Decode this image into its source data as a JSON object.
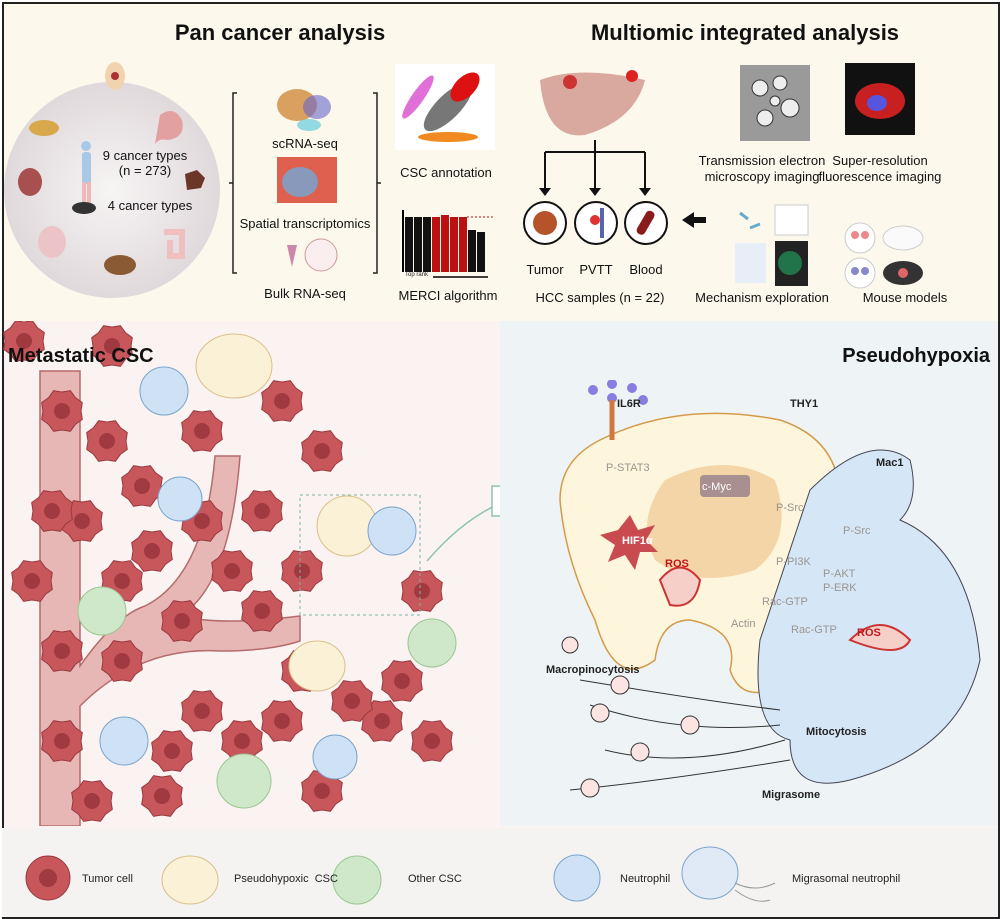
{
  "top": {
    "pan_cancer": {
      "title": "Pan cancer analysis",
      "human_types": "9 cancer types",
      "human_n": "(n = 273)",
      "mouse_types": "4 cancer types",
      "methods": [
        "scRNA-seq",
        "Spatial transcriptomics",
        "Bulk RNA-seq"
      ],
      "csc_annotation": "CSC annotation",
      "merci": "MERCI algorithm",
      "merci_axis": "Top rank"
    },
    "multiomic": {
      "title": "Multiomic integrated analysis",
      "samples": [
        "Tumor",
        "PVTT",
        "Blood"
      ],
      "hcc_label": "HCC samples (n = 22)",
      "tem": "Transmission electron microscopy imaging",
      "superres": "Super-resolution fluorescence imaging",
      "mechanism": "Mechanism exploration",
      "mouse": "Mouse models"
    }
  },
  "bottom": {
    "left_title": "Metastatic CSC",
    "right_title": "Pseudohypoxia",
    "labels": {
      "il6r": "IL6R",
      "thy1": "THY1",
      "mac1": "Mac1",
      "pstat3": "P-STAT3",
      "cmyc": "c-Myc",
      "psrc1": "P-Src",
      "psrc2": "P-Src",
      "hif1a": "HIF1α",
      "ros1": "ROS",
      "ppi3k": "P-PI3K",
      "pakt": "P-AKT",
      "perk": "P-ERK",
      "racgtp1": "Rac-GTP",
      "actin": "Actin",
      "racgtp2": "Rac-GTP",
      "ros2": "ROS",
      "macropinocytosis": "Macropinocytosis",
      "mitocytosis": "Mitocytosis",
      "migrasome": "Migrasome"
    }
  },
  "legend": [
    {
      "label": "Tumor cell",
      "color": "#c8575c"
    },
    {
      "label": "Pseudohypoxic  CSC",
      "color": "#fbf1d6"
    },
    {
      "label": "Other CSC",
      "color": "#cfe8c9"
    },
    {
      "label": "Neutrophil",
      "color": "#cfe2f5"
    },
    {
      "label": "Migrasomal neutrophil",
      "color": "#dfeaf6"
    }
  ]
}
